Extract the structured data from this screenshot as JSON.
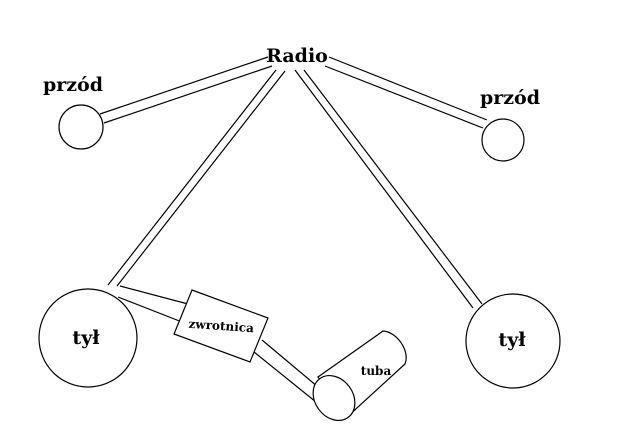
{
  "labels": {
    "radio": "Radio",
    "front_left": "przód",
    "front_right": "przód",
    "rear_left": "tył",
    "rear_right": "tył",
    "crossover": "zwrotnica",
    "horn": "tuba"
  }
}
